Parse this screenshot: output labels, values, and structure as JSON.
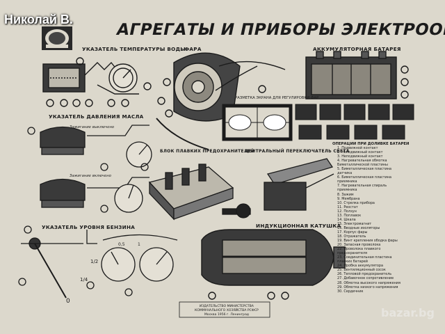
{
  "watermark_user": "Николай В.",
  "title": "АГРЕГАТЫ И ПРИБОРЫ ЭЛЕКТРООБОРУДОВАНИЯ",
  "sections": {
    "temp_gauge": "УКАЗАТЕЛЬ ТЕМПЕРАТУРЫ ВОДЫ",
    "headlight": "ФАРА",
    "headlight_marking": "РАЗМЕТКА ЭКРАНА ДЛЯ РЕГУЛИРОВКИ ФАР",
    "battery": "АККУМУЛЯТОРНАЯ БАТАРЕЯ",
    "battery_ops": "ОПЕРАЦИИ ПРИ ДОЛИВКЕ БАТАРЕИ",
    "oil_gauge": "УКАЗАТЕЛЬ ДАВЛЕНИЯ МАСЛА",
    "ign_off": "Зажигание выключено",
    "ign_on": "Зажигание включено",
    "fuse_block": "БЛОК ПЛАВКИХ ПРЕДОХРАНИТЕЛЕЙ",
    "light_switch": "ЦЕНТРАЛЬНЫЙ ПЕРЕКЛЮЧАТЕЛЬ СВЕТА",
    "fuel_gauge": "УКАЗАТЕЛЬ УРОВНЯ БЕНЗИНА",
    "ignition_coil": "ИНДУКЦИОННАЯ КАТУШКА"
  },
  "gauge_marks": [
    "1/2",
    "1/4",
    "0",
    "0,5",
    "1"
  ],
  "legend": [
    "1. Подвижной контакт",
    "2. Неподвижный контакт",
    "3. Неподвижный контакт",
    "4. Нагревательная обмотка",
    "Биметаллической пластины",
    "5. Биметаллическая пластина",
    "датчика",
    "6. Биметаллическая пластина",
    "приемника",
    "7. Нагревательная спираль",
    "приемника",
    "8. Зажим",
    "9. Мембрана",
    "10. Стрелка прибора",
    "11. Реостат",
    "12. Ползун",
    "13. Поплавок",
    "14. Шкала",
    "15. Электромагнит",
    "16. Вводные изоляторы",
    "17. Корпус фары",
    "18. Отражатель",
    "19. Винт крепления ободка фары",
    "20. Запасная проволока",
    "22. Проволока плавкого",
    "предохранителя",
    "23. Соединительная пластина",
    "плавких батарей",
    "24. Пробка аккумулятора",
    "25. Вентиляционный сосок",
    "26. Тепловой предохранитель",
    "27. Добавочное сопротивление",
    "28. Обмотка высокого напряжения",
    "29. Обмотка низкого напряжения",
    "30. Сердечник"
  ],
  "publisher": [
    "ИЗДАТЕЛЬСТВО МИНИСТЕРСТВА",
    "КОММУНАЛЬНОГО ХОЗЯЙСТВА РСФСР",
    "Москва        1956 г.        Ленинград"
  ],
  "brand_watermark": "bazar.bg",
  "colors": {
    "paper": "#dcd8cc",
    "ink": "#1b1b1b",
    "border": "#cfccc2"
  }
}
